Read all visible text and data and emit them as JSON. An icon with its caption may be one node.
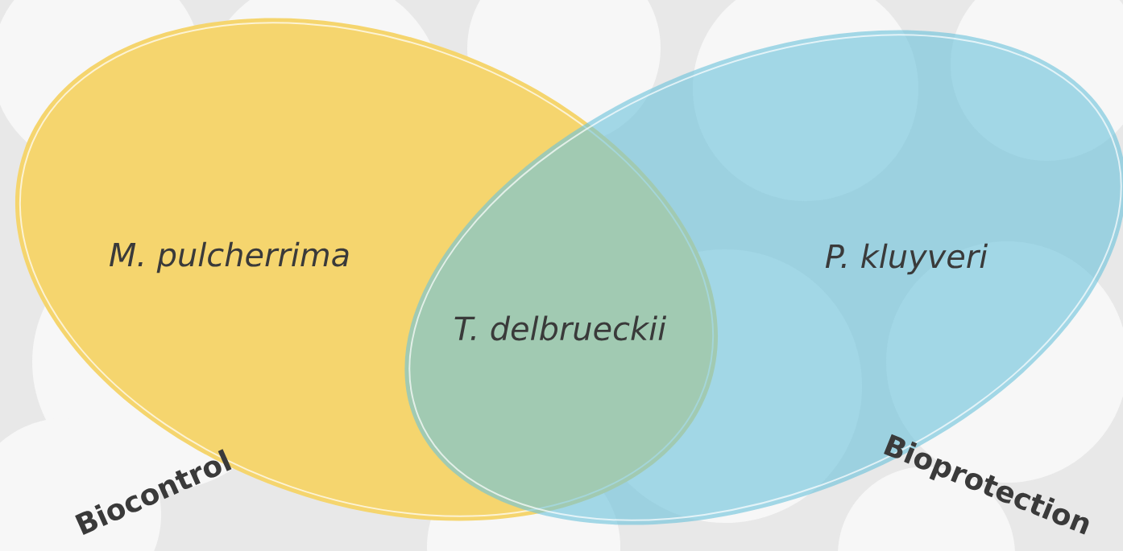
{
  "diagram": {
    "nodes": [
      {
        "text": [
          "M. pulcherrima"
        ],
        "beside": [
          "Biocontrol"
        ]
      },
      {
        "text": [
          "P. kluyveri"
        ],
        "beside": [
          "Bioprotection"
        ]
      }
    ],
    "labels": [
      "T. delbrueckii"
    ]
  }
}
